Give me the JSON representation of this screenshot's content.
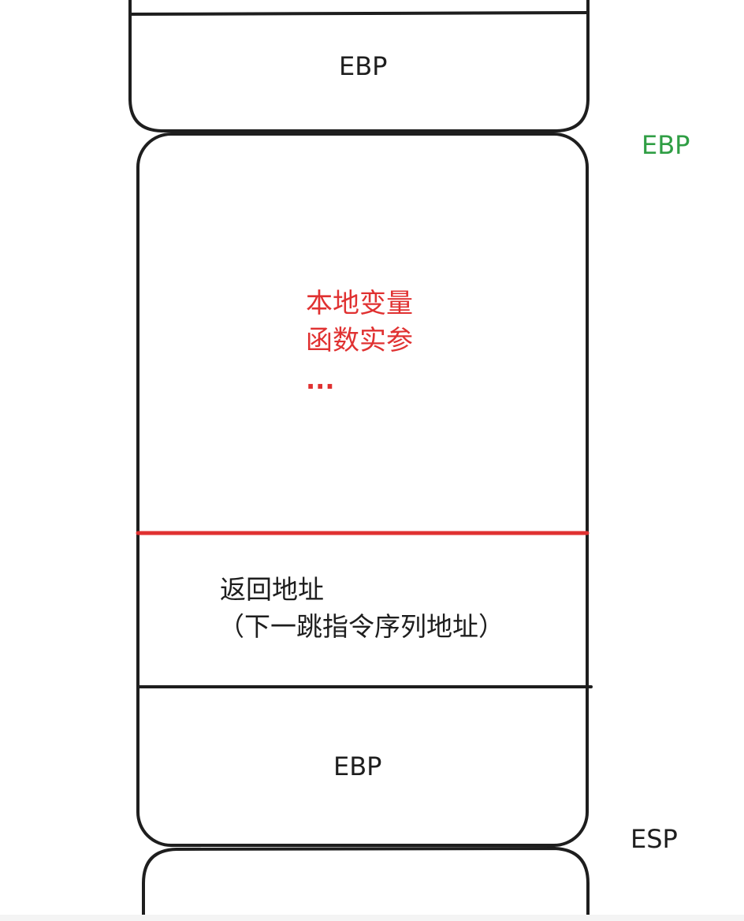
{
  "top_frame": {
    "label": "EBP"
  },
  "current_frame": {
    "contents": [
      "本地变量",
      "函数实参",
      "..."
    ],
    "return_address": [
      "返回地址",
      "（下一跳指令序列地址）"
    ],
    "saved_ebp": "EBP"
  },
  "pointers": {
    "ebp": "EBP",
    "esp": "ESP"
  },
  "colors": {
    "stroke": "#1e1e1e",
    "divider": "#e03131",
    "ebp_pointer": "#2f9e44",
    "contents_text": "#e03131",
    "background": "#ffffff"
  }
}
